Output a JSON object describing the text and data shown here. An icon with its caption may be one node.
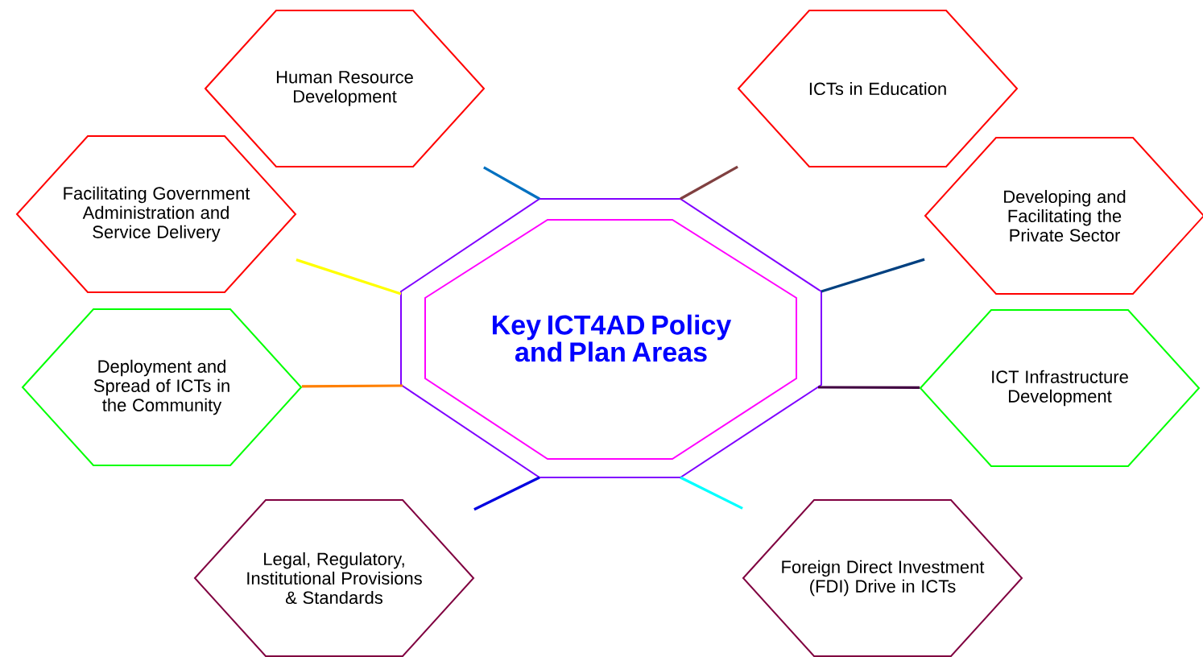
{
  "diagram": {
    "nodes": [
      {
        "text": [
          "Key ICT4AD Policy and Plan Areas"
        ]
      },
      {
        "text": [
          "Human Resource Development"
        ]
      },
      {
        "text": [
          "ICTs in Education"
        ]
      },
      {
        "text": [
          "Facilitating Government Administration and Service Delivery"
        ]
      },
      {
        "text": [
          "Developing and Facilitating the Private Sector"
        ]
      },
      {
        "text": [
          "Deployment and Spread of ICTs in the Community"
        ]
      },
      {
        "text": [
          "ICT Infrastructure Development"
        ]
      },
      {
        "text": [
          "Legal, Regulatory, Institutional Provisions & Standards"
        ]
      },
      {
        "text": [
          "Foreign Direct Investment (FDI) Drive in ICTs"
        ]
      }
    ],
    "edges": [
      {
        "from": 0,
        "to": 1,
        "arrow": "none",
        "color": "#0070c0"
      },
      {
        "from": 0,
        "to": 2,
        "arrow": "none",
        "color": "#804040"
      },
      {
        "from": 0,
        "to": 3,
        "arrow": "none",
        "color": "#ffff00"
      },
      {
        "from": 0,
        "to": 4,
        "arrow": "none",
        "color": "#004080"
      },
      {
        "from": 0,
        "to": 5,
        "arrow": "none",
        "color": "#ff8000"
      },
      {
        "from": 0,
        "to": 6,
        "arrow": "none",
        "color": "#400040"
      },
      {
        "from": 0,
        "to": 7,
        "arrow": "none",
        "color": "#0000e0"
      },
      {
        "from": 0,
        "to": 8,
        "arrow": "none",
        "color": "#00ffff"
      }
    ]
  }
}
